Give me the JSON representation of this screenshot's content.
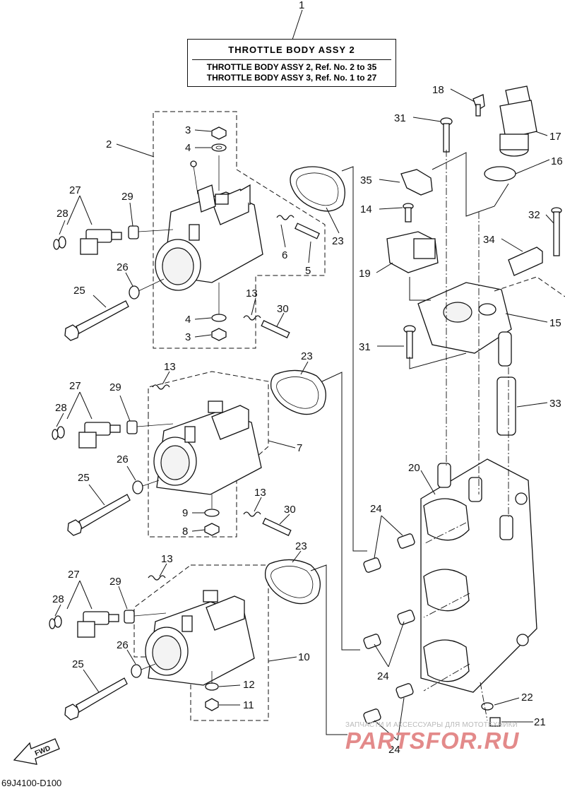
{
  "header": {
    "ref_number": "1",
    "title": "THROTTLE BODY ASSY 2",
    "lines": [
      "THROTTLE BODY ASSY 2, Ref. No. 2 to 35",
      "THROTTLE BODY ASSY 3, Ref. No. 1 to 27"
    ]
  },
  "fwd_label": "FWD",
  "diagram_code": "69J4100-D100",
  "watermark": {
    "caption": "ЗАПЧАСТИ И АКСЕССУАРЫ ДЛЯ МОТОТЕХНИКИ",
    "logo": "PARTSFOR.RU"
  },
  "callouts": [
    {
      "id": "c2",
      "label": "2"
    },
    {
      "id": "c3a",
      "label": "3"
    },
    {
      "id": "c4a",
      "label": "4"
    },
    {
      "id": "c27a",
      "label": "27"
    },
    {
      "id": "c28a",
      "label": "28"
    },
    {
      "id": "c29a",
      "label": "29"
    },
    {
      "id": "c6",
      "label": "6"
    },
    {
      "id": "c5",
      "label": "5"
    },
    {
      "id": "c23a",
      "label": "23"
    },
    {
      "id": "c26a",
      "label": "26"
    },
    {
      "id": "c25a",
      "label": "25"
    },
    {
      "id": "c13a",
      "label": "13"
    },
    {
      "id": "c30a",
      "label": "30"
    },
    {
      "id": "c4b",
      "label": "4"
    },
    {
      "id": "c3b",
      "label": "3"
    },
    {
      "id": "c23b",
      "label": "23"
    },
    {
      "id": "c13b",
      "label": "13"
    },
    {
      "id": "c27b",
      "label": "27"
    },
    {
      "id": "c29b",
      "label": "29"
    },
    {
      "id": "c28b",
      "label": "28"
    },
    {
      "id": "c7",
      "label": "7"
    },
    {
      "id": "c26b",
      "label": "26"
    },
    {
      "id": "c25b",
      "label": "25"
    },
    {
      "id": "c13c",
      "label": "13"
    },
    {
      "id": "c30b",
      "label": "30"
    },
    {
      "id": "c9",
      "label": "9"
    },
    {
      "id": "c8",
      "label": "8"
    },
    {
      "id": "c23c",
      "label": "23"
    },
    {
      "id": "c13d",
      "label": "13"
    },
    {
      "id": "c27c",
      "label": "27"
    },
    {
      "id": "c29c",
      "label": "29"
    },
    {
      "id": "c28c",
      "label": "28"
    },
    {
      "id": "c26c",
      "label": "26"
    },
    {
      "id": "c10",
      "label": "10"
    },
    {
      "id": "c25c",
      "label": "25"
    },
    {
      "id": "c12",
      "label": "12"
    },
    {
      "id": "c11",
      "label": "11"
    },
    {
      "id": "c18",
      "label": "18"
    },
    {
      "id": "c17",
      "label": "17"
    },
    {
      "id": "c31a",
      "label": "31"
    },
    {
      "id": "c16",
      "label": "16"
    },
    {
      "id": "c35",
      "label": "35"
    },
    {
      "id": "c14",
      "label": "14"
    },
    {
      "id": "c32",
      "label": "32"
    },
    {
      "id": "c34",
      "label": "34"
    },
    {
      "id": "c19",
      "label": "19"
    },
    {
      "id": "c15",
      "label": "15"
    },
    {
      "id": "c31b",
      "label": "31"
    },
    {
      "id": "c33",
      "label": "33"
    },
    {
      "id": "c20",
      "label": "20"
    },
    {
      "id": "c24a",
      "label": "24"
    },
    {
      "id": "c24b",
      "label": "24"
    },
    {
      "id": "c24c",
      "label": "24"
    },
    {
      "id": "c22",
      "label": "22"
    },
    {
      "id": "c21",
      "label": "21"
    }
  ]
}
